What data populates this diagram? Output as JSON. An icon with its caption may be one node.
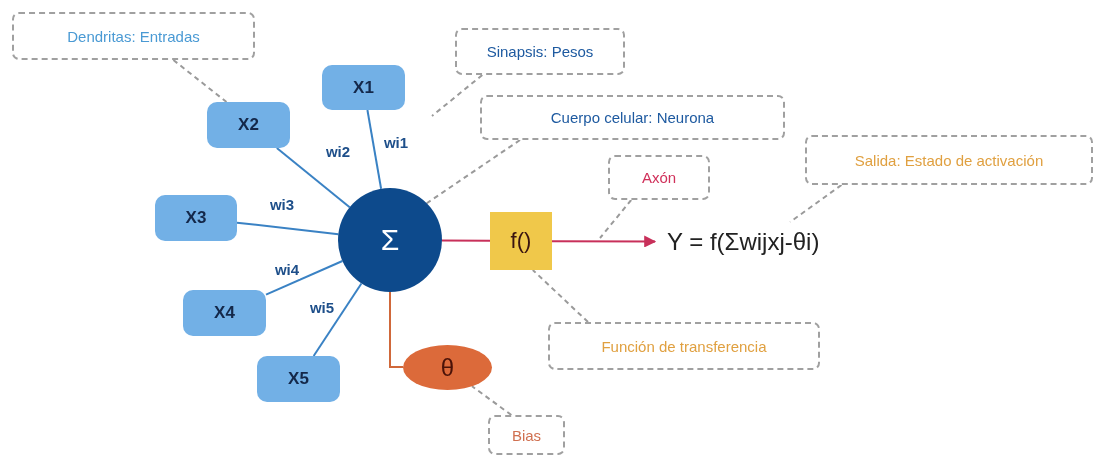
{
  "diagram": {
    "nodes": [
      {
        "text": [
          "Dendritas: Entradas"
        ]
      },
      {
        "text": [
          "X1"
        ]
      },
      {
        "text": [
          "Sinapsis: Pesos"
        ]
      },
      {
        "text": [
          "X2"
        ]
      },
      {
        "text": [
          "Cuerpo celular: Neurona"
        ]
      },
      {
        "text": [
          "Axón"
        ]
      },
      {
        "text": [
          "Salida: Estado de activación"
        ]
      },
      {
        "text": [
          "X3"
        ]
      },
      {
        "text": [
          "Σ"
        ]
      },
      {
        "text": [
          "f()"
        ]
      },
      {
        "text": [
          "Y = f(Σwijxj-θi)"
        ]
      },
      {
        "text": [
          "X4"
        ]
      },
      {
        "text": [
          "θ"
        ]
      },
      {
        "text": [
          "Función de transferencia"
        ]
      },
      {
        "text": [
          "X5"
        ]
      },
      {
        "text": [
          "Bias"
        ]
      }
    ],
    "edges": [
      {
        "from": 1,
        "to": 8,
        "arrow": "none",
        "label": "wi1",
        "color": "#3a82c4"
      },
      {
        "from": 3,
        "to": 8,
        "arrow": "none",
        "label": "wi2",
        "color": "#3a82c4"
      },
      {
        "from": 7,
        "to": 8,
        "arrow": "none",
        "label": "wi3",
        "color": "#3a82c4"
      },
      {
        "from": 11,
        "to": 8,
        "arrow": "none",
        "label": "wi4",
        "color": "#3a82c4"
      },
      {
        "from": 14,
        "to": 8,
        "arrow": "none",
        "label": "wi5",
        "color": "#3a82c4"
      },
      {
        "from": 8,
        "to": 9,
        "arrow": "none",
        "color": "#c8305a"
      },
      {
        "from": 9,
        "to": 10,
        "arrow": "to",
        "color": "#c8305a"
      },
      {
        "from": 8,
        "to": 12,
        "arrow": "none",
        "color": "#d0683a"
      },
      {
        "from": 0,
        "to": 3,
        "arrow": "none",
        "style": "dashed",
        "color": "#9a9a9a"
      },
      {
        "from": 2,
        "to": null,
        "arrow": "none",
        "style": "dashed",
        "color": "#9a9a9a"
      },
      {
        "from": 4,
        "to": 8,
        "arrow": "none",
        "style": "dashed",
        "color": "#9a9a9a"
      },
      {
        "from": 5,
        "to": null,
        "arrow": "none",
        "style": "dashed",
        "color": "#9a9a9a"
      },
      {
        "from": 6,
        "to": 10,
        "arrow": "none",
        "style": "dashed",
        "color": "#9a9a9a"
      },
      {
        "from": 13,
        "to": 9,
        "arrow": "none",
        "style": "dashed",
        "color": "#9a9a9a"
      },
      {
        "from": 15,
        "to": 12,
        "arrow": "none",
        "style": "dashed",
        "color": "#9a9a9a"
      }
    ]
  }
}
